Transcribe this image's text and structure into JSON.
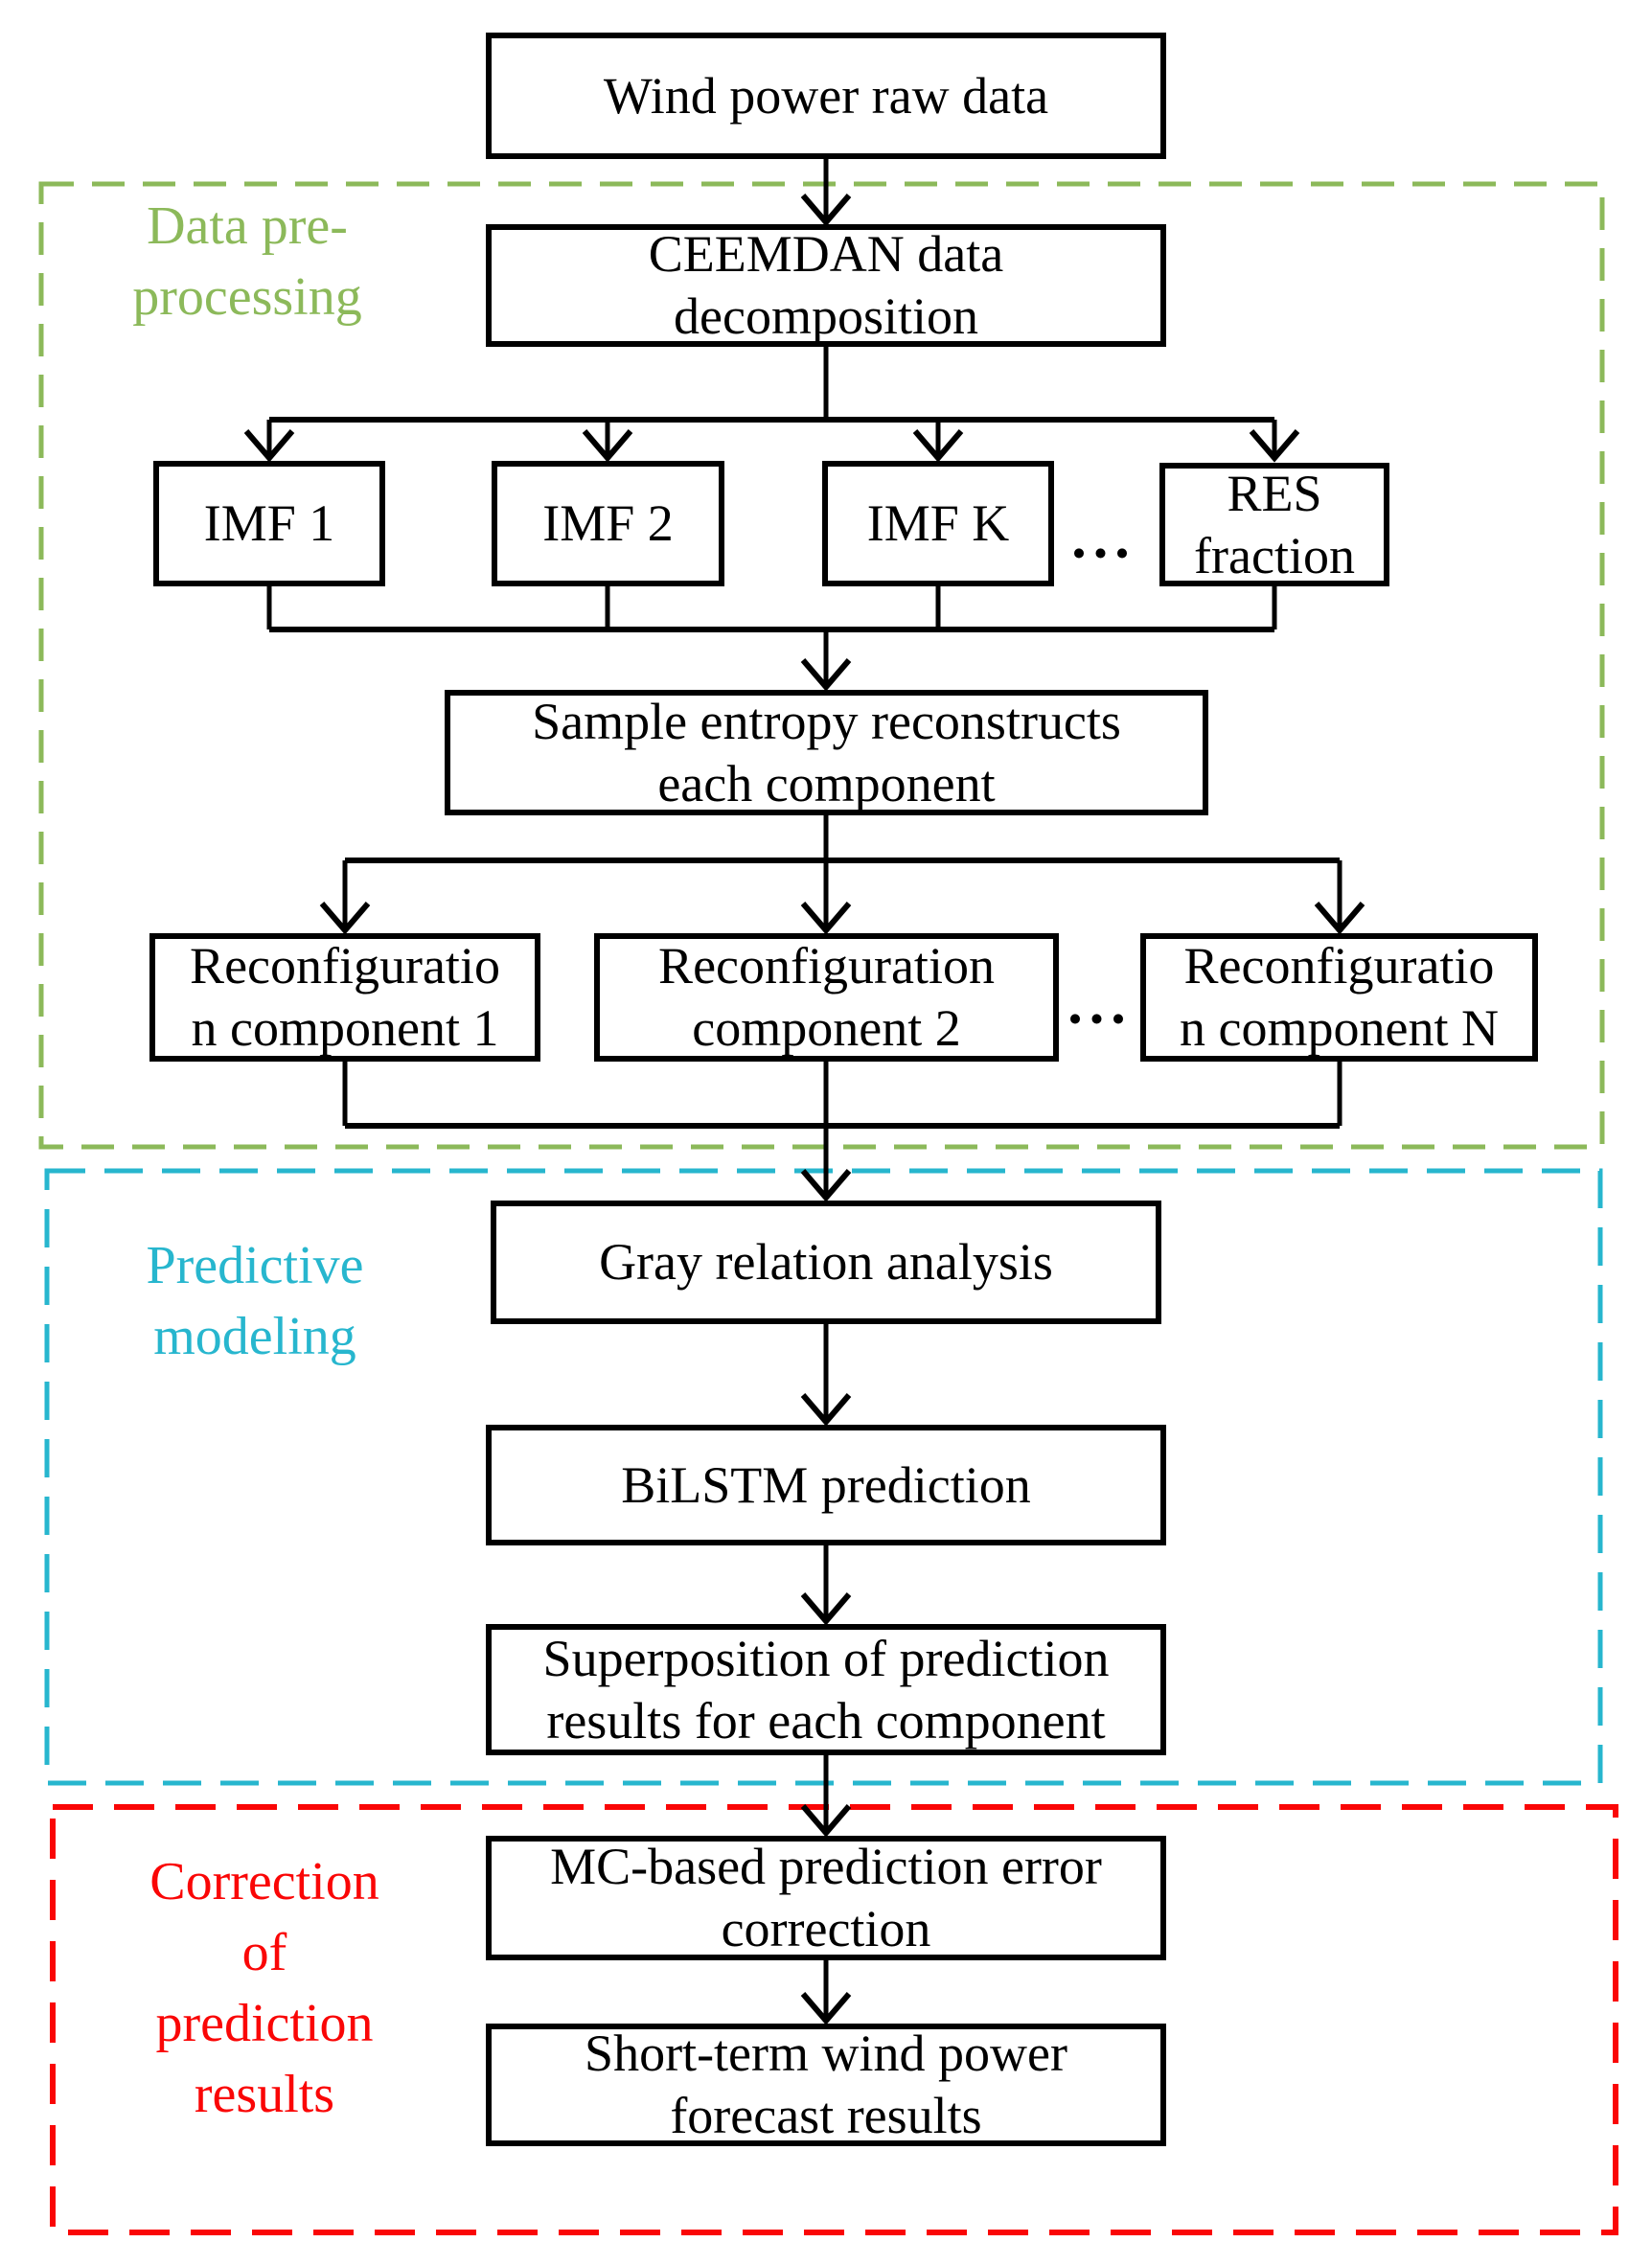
{
  "colors": {
    "green": "#8cb95a",
    "cyan": "#27b6ce",
    "red": "#fa0606",
    "black": "#000000"
  },
  "sections": {
    "preprocessing": {
      "label": "Data pre-\nprocessing"
    },
    "predictive": {
      "label": "Predictive\nmodeling"
    },
    "correction": {
      "label": "Correction of\nprediction\nresults"
    }
  },
  "nodes": {
    "wind_raw": "Wind power raw data",
    "ceemdan": "CEEMDAN data\ndecomposition",
    "imf1": "IMF 1",
    "imf2": "IMF 2",
    "imfk": "IMF K",
    "res": "RES\nfraction",
    "sample": "Sample entropy reconstructs\neach component",
    "recon1": "Reconfiguratio\nn component 1",
    "recon2": "Reconfiguration\ncomponent 2",
    "reconn": "Reconfiguratio\nn component N",
    "gray": "Gray relation analysis",
    "bilstm": "BiLSTM prediction",
    "superposition": "Superposition of prediction\nresults for each component",
    "mc": "MC-based prediction error\ncorrection",
    "short_term": "Short-term wind power\nforecast results",
    "ellipsis": "..."
  }
}
